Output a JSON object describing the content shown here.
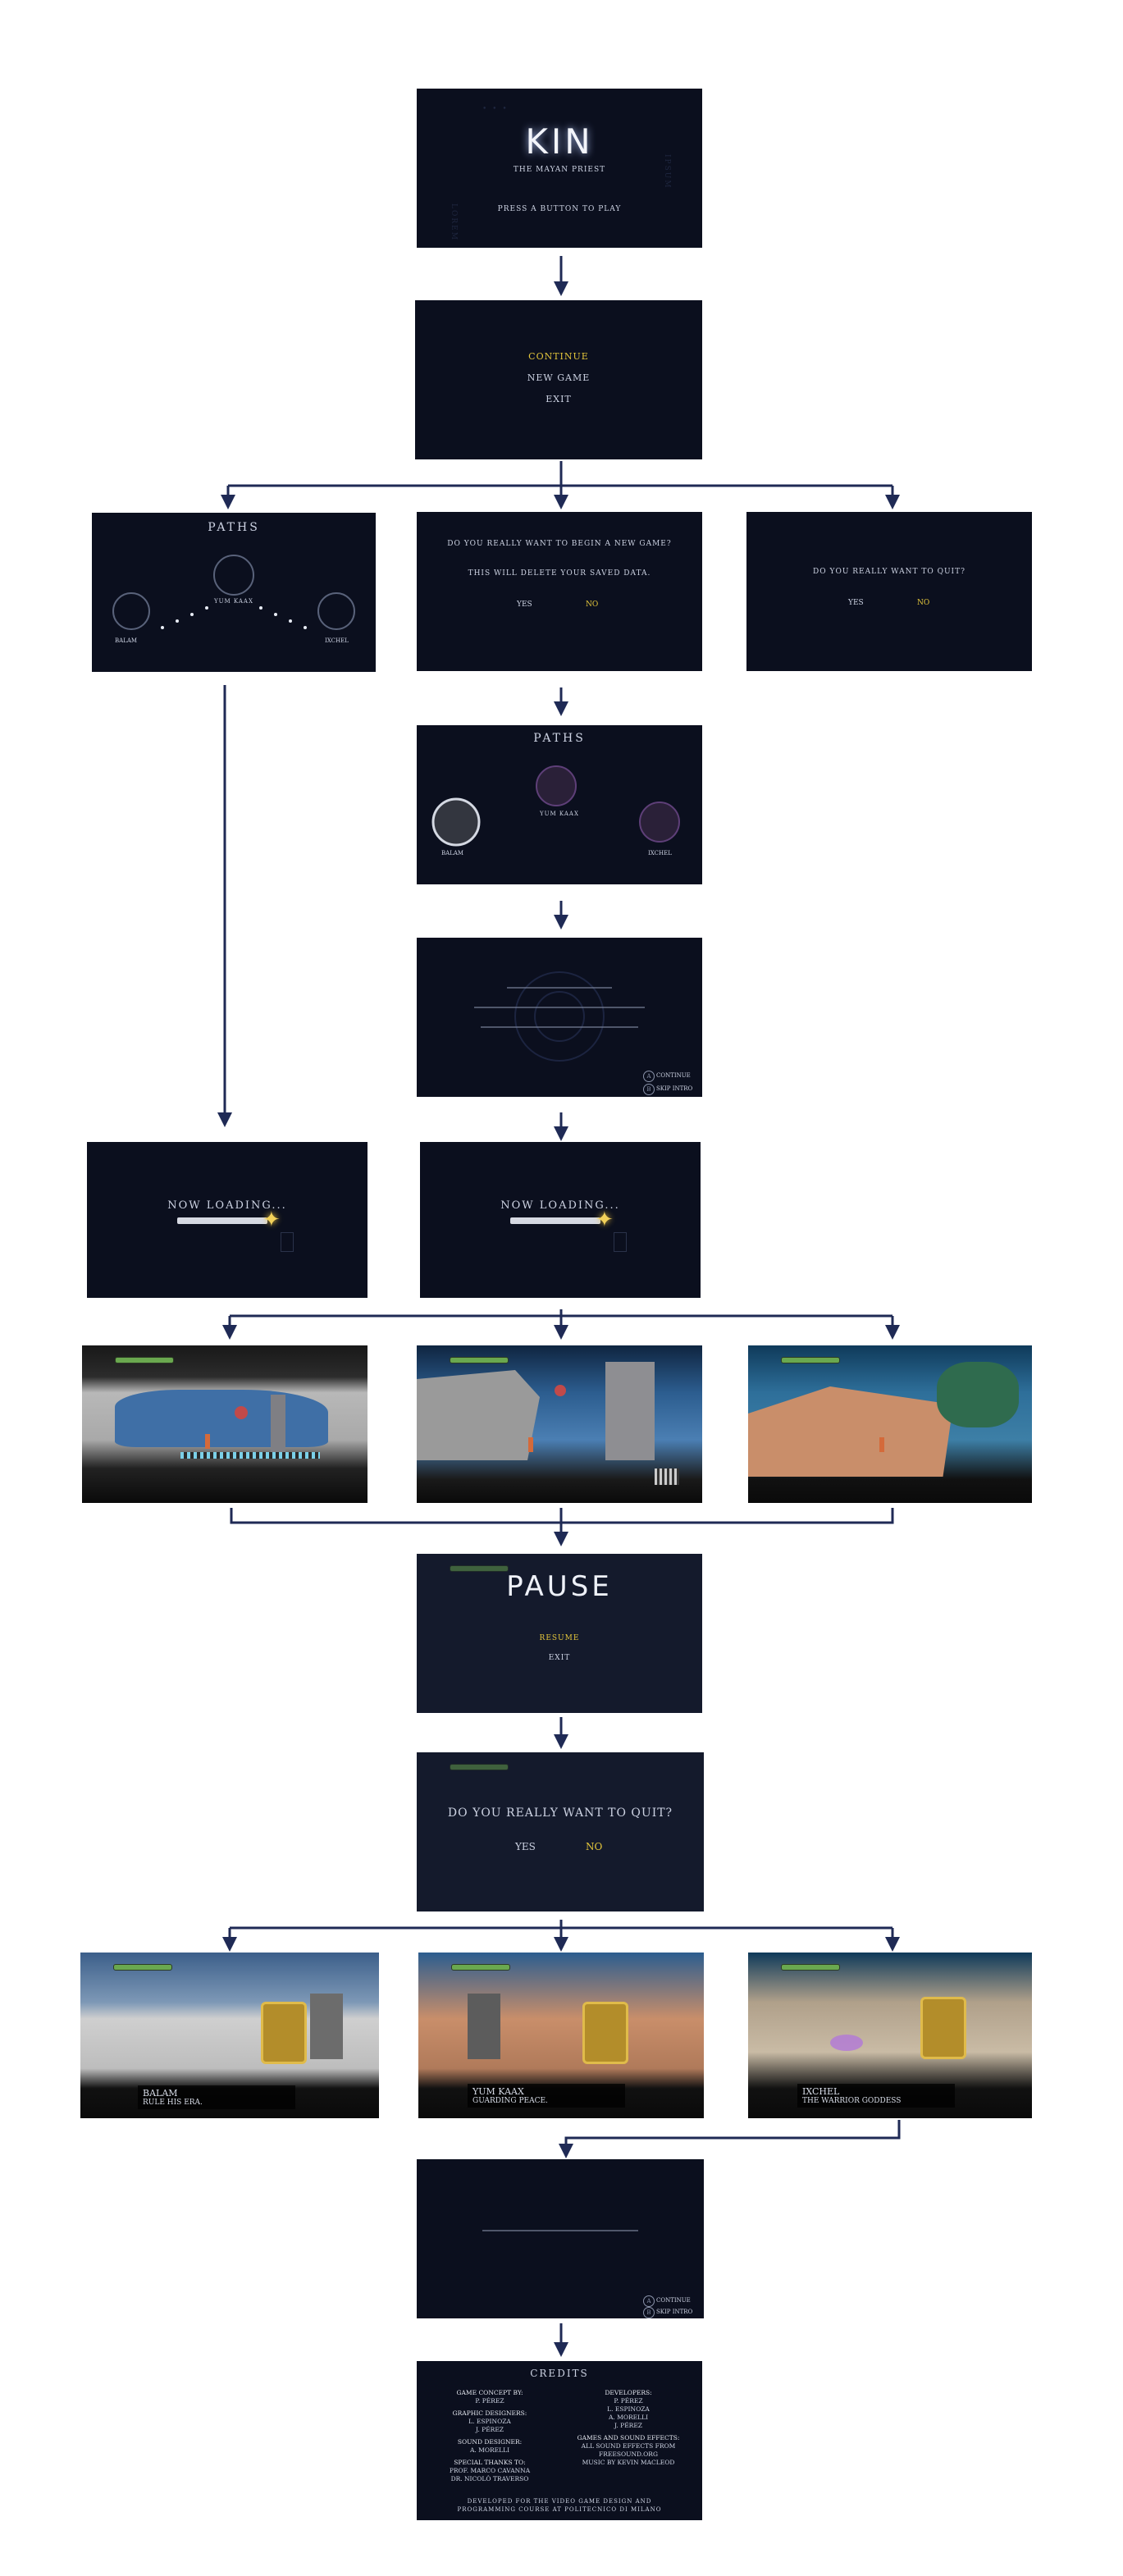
{
  "title_screen": {
    "logo": "KIN",
    "subtitle": "THE MAYAN PRIEST",
    "prompt": "PRESS A BUTTON TO PLAY"
  },
  "main_menu": {
    "continue": "CONTINUE",
    "new_game": "NEW GAME",
    "exit": "EXIT"
  },
  "paths_menu": {
    "title": "PATHS",
    "center": "YUM KAAX",
    "left": "BALAM",
    "right": "IXCHEL"
  },
  "new_game_confirm": {
    "question": "DO YOU REALLY WANT TO BEGIN A NEW GAME?",
    "warning": "THIS WILL DELETE YOUR SAVED DATA.",
    "yes": "YES",
    "no": "NO"
  },
  "quit_confirm_menu": {
    "question": "DO YOU REALLY WANT TO QUIT?",
    "yes": "YES",
    "no": "NO"
  },
  "paths_new": {
    "title": "PATHS",
    "center": "YUM KAAX",
    "left": "BALAM",
    "right": "IXCHEL"
  },
  "intro": {
    "continue": "CONTINUE",
    "skip": "SKIP INTRO"
  },
  "loading": {
    "text": "NOW LOADING..."
  },
  "pause": {
    "title": "PAUSE",
    "resume": "RESUME",
    "exit": "EXIT"
  },
  "quit_confirm_game": {
    "question": "DO YOU REALLY WANT TO QUIT?",
    "yes": "YES",
    "no": "NO"
  },
  "endings": [
    {
      "name": "BALAM",
      "subtitle": "RULE HIS ERA."
    },
    {
      "name": "YUM KAAX",
      "subtitle": "GUARDING PEACE."
    },
    {
      "name": "IXCHEL",
      "subtitle": "THE WARRIOR GODDESS"
    }
  ],
  "outro": {
    "continue": "CONTINUE",
    "skip": "SKIP INTRO"
  },
  "credits": {
    "title": "CREDITS",
    "left_col": [
      {
        "h": "GAME CONCEPT BY:",
        "v": "P. PÉREZ"
      },
      {
        "h": "GRAPHIC DESIGNERS:",
        "v": "L. ESPINOZA\nJ. PÉREZ"
      },
      {
        "h": "SOUND DESIGNER:",
        "v": "A. MORELLI"
      },
      {
        "h": "SPECIAL THANKS TO:",
        "v": "PROF. MARCO CAVANNA\nDR. NICOLÒ TRAVERSO"
      }
    ],
    "right_col": [
      {
        "h": "DEVELOPERS:",
        "v": "P. PÉREZ\nL. ESPINOZA\nA. MORELLI\nJ. PÉREZ"
      },
      {
        "h": "GAMES AND SOUND EFFECTS:",
        "v": "ALL SOUND EFFECTS FROM FREESOUND.ORG\nMUSIC BY KEVIN MACLEOD"
      }
    ],
    "footer": "DEVELOPED FOR THE VIDEO GAME DESIGN AND PROGRAMMING COURSE AT POLITECNICO DI MILANO"
  },
  "colors": {
    "panel_bg": "#0b0f1e",
    "arrow": "#1f2a55",
    "highlight": "#e4c63b",
    "text": "#cdd3e3"
  }
}
